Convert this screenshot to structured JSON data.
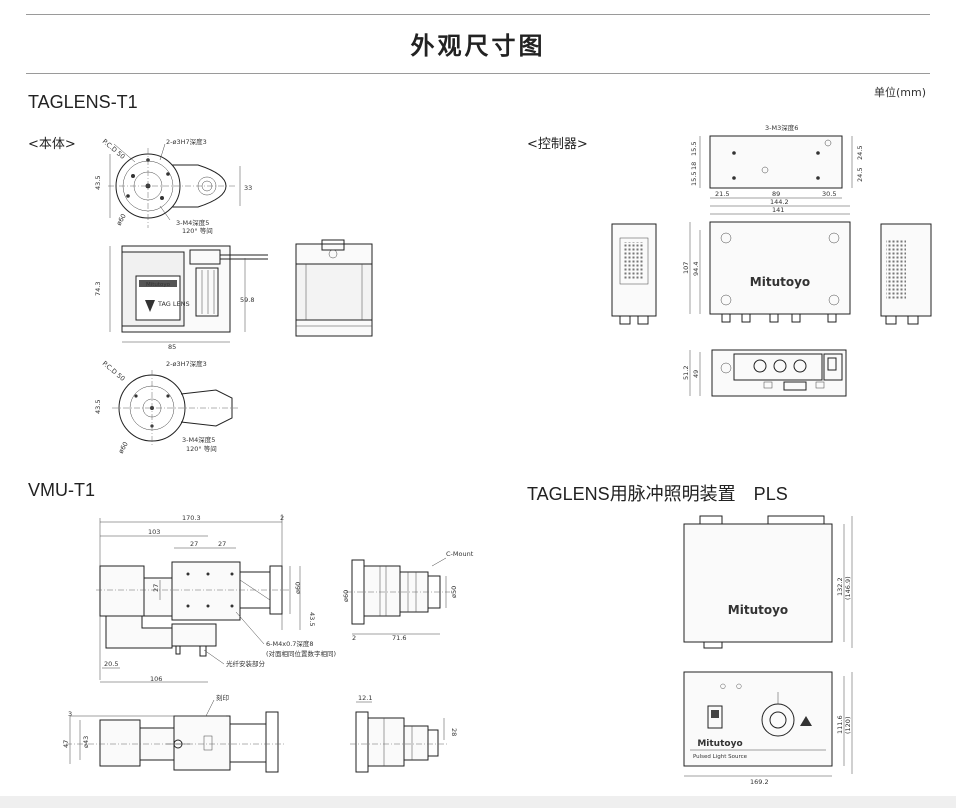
{
  "page": {
    "title": "外观尺寸图",
    "unit": "单位(mm)"
  },
  "sections": {
    "taglens": {
      "heading": "TAGLENS-T1",
      "body_label": "<本体>",
      "controller_label": "<控制器>"
    },
    "vmu": {
      "heading": "VMU-T1"
    },
    "pls": {
      "heading": "TAGLENS用脉冲照明装置　PLS"
    }
  },
  "labels": {
    "brand": "Mitutoyo",
    "tag_logo": "TAG LENS",
    "pulsed_light_source": "Pulsed Light Source",
    "c_mount": "C-Mount",
    "marker": "刻印",
    "fiber_mount": "光纤安装部分",
    "m4_screw_note": "6-M4x0.7深度8",
    "m4_screw_subnote": "(对面相同位置数字相同)",
    "pcd": "P.C.D 50",
    "pin_hole": "2-ø3H7深度3",
    "m4_holes": "3-M4深度5",
    "equal_spacing": "120° 等间",
    "m3_holes": "3-M3深度6"
  },
  "dimensions": {
    "body": [
      "43.5",
      "33",
      "74.3",
      "59.8",
      "85",
      "43.5",
      "ø60",
      "ø60"
    ],
    "controller": [
      "15.5",
      "18",
      "15.5",
      "24.5",
      "24.5",
      "21.5",
      "89",
      "30.5",
      "144.2",
      "141",
      "107",
      "94.4",
      "51.2",
      "49"
    ],
    "vmu": [
      "170.3",
      "103",
      "27",
      "27",
      "2",
      "27",
      "ø60",
      "43.5",
      "20.5",
      "106",
      "ø60",
      "2",
      "71.6",
      "ø50",
      "3",
      "ø43",
      "47",
      "12.1",
      "28"
    ],
    "pls": [
      "132.2",
      "(146.9)",
      "111.6",
      "(120)",
      "169.2"
    ]
  }
}
